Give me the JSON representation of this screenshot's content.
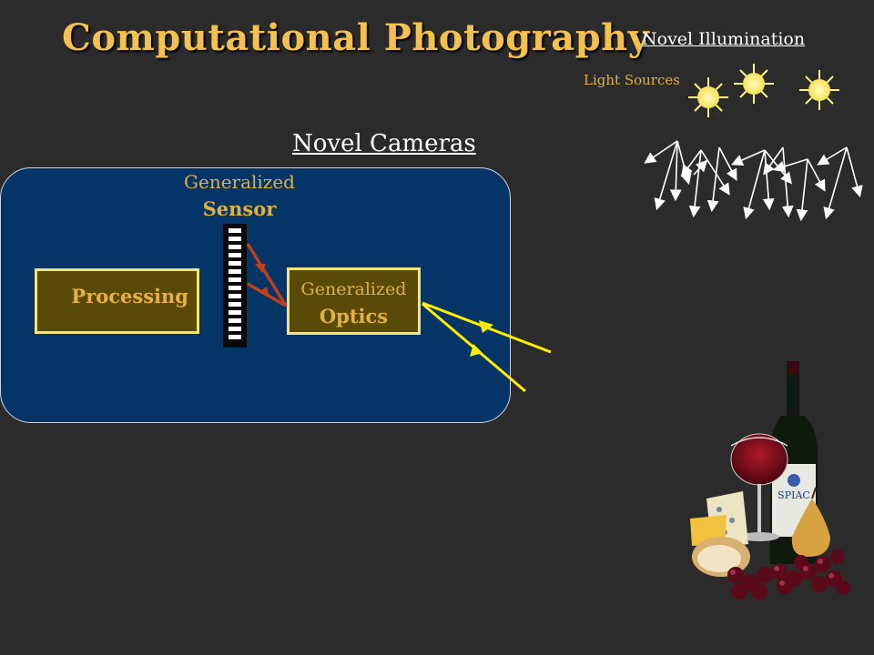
{
  "title": "Computational Photography",
  "novel_illumination": {
    "heading": "Novel Illumination",
    "light_sources_label": "Light Sources"
  },
  "novel_cameras": {
    "heading": "Novel Cameras"
  },
  "sensor": {
    "caption_line1": "Generalized",
    "caption_line2": "Sensor"
  },
  "processing": {
    "label": "Processing"
  },
  "optics": {
    "line1": "Generalized",
    "line2": "Optics"
  },
  "colors": {
    "title": "#f4c04e",
    "camera_box": "#053566",
    "box_border": "#f4e47e",
    "box_fill": "#5a4a08",
    "rays_yellow": "#ffee00",
    "rays_red": "#c0401e",
    "sun": "#fff27a"
  },
  "icons": [
    "sun-icon",
    "wine-still-life-image"
  ]
}
